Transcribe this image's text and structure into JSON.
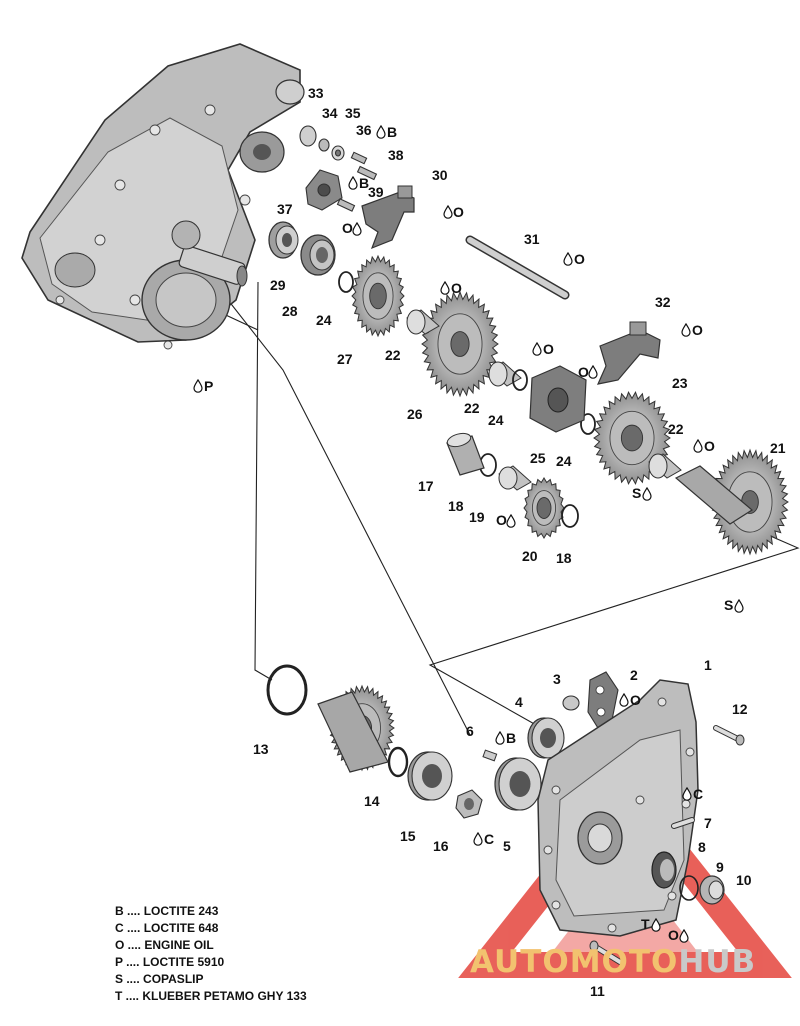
{
  "parts": {
    "p1": "1",
    "p2": "2",
    "p3": "3",
    "p4": "4",
    "p5": "5",
    "p6": "6",
    "p7": "7",
    "p8": "8",
    "p9": "9",
    "p10": "10",
    "p11": "11",
    "p12": "12",
    "p13": "13",
    "p14": "14",
    "p15": "15",
    "p16": "16",
    "p17": "17",
    "p18a": "18",
    "p18b": "18",
    "p19": "19",
    "p20": "20",
    "p21": "21",
    "p22a": "22",
    "p22b": "22",
    "p22c": "22",
    "p23": "23",
    "p24a": "24",
    "p24b": "24",
    "p24c": "24",
    "p25": "25",
    "p26": "26",
    "p27": "27",
    "p28": "28",
    "p29": "29",
    "p30": "30",
    "p31": "31",
    "p32": "32",
    "p33": "33",
    "p34": "34",
    "p35": "35",
    "p36": "36",
    "p37": "37",
    "p38": "38",
    "p39": "39"
  },
  "markers": {
    "m36": "B",
    "m39": "B",
    "m30": "O",
    "m30b": "O",
    "m31": "O",
    "m24": "O",
    "m22": "O",
    "m22b": "O",
    "m32": "O",
    "m32b": "O",
    "m19": "O",
    "m21": "S",
    "m21b": "S",
    "mP": "P",
    "m2": "O",
    "m6": "B",
    "m16": "C",
    "m1": "C",
    "m8": "T",
    "m9": "O"
  },
  "legend": [
    {
      "code": "B",
      "text": "LOCTITE 243"
    },
    {
      "code": "C",
      "text": "LOCTITE 648"
    },
    {
      "code": "O",
      "text": "ENGINE OIL"
    },
    {
      "code": "P",
      "text": "LOCTITE 5910"
    },
    {
      "code": "S",
      "text": "COPASLIP"
    },
    {
      "code": "T",
      "text": "KLUEBER PETAMO GHY 133"
    }
  ],
  "watermark": {
    "part_a": "AUTOMOTO",
    "part_b": "HUB"
  },
  "colors": {
    "metal": "#b9b9b9",
    "metal_dark": "#7d7d7d",
    "metal_light": "#dedede",
    "line": "#1b1b1b",
    "wm_red": "#e54b43",
    "wm_orange": "#f2c26f"
  }
}
